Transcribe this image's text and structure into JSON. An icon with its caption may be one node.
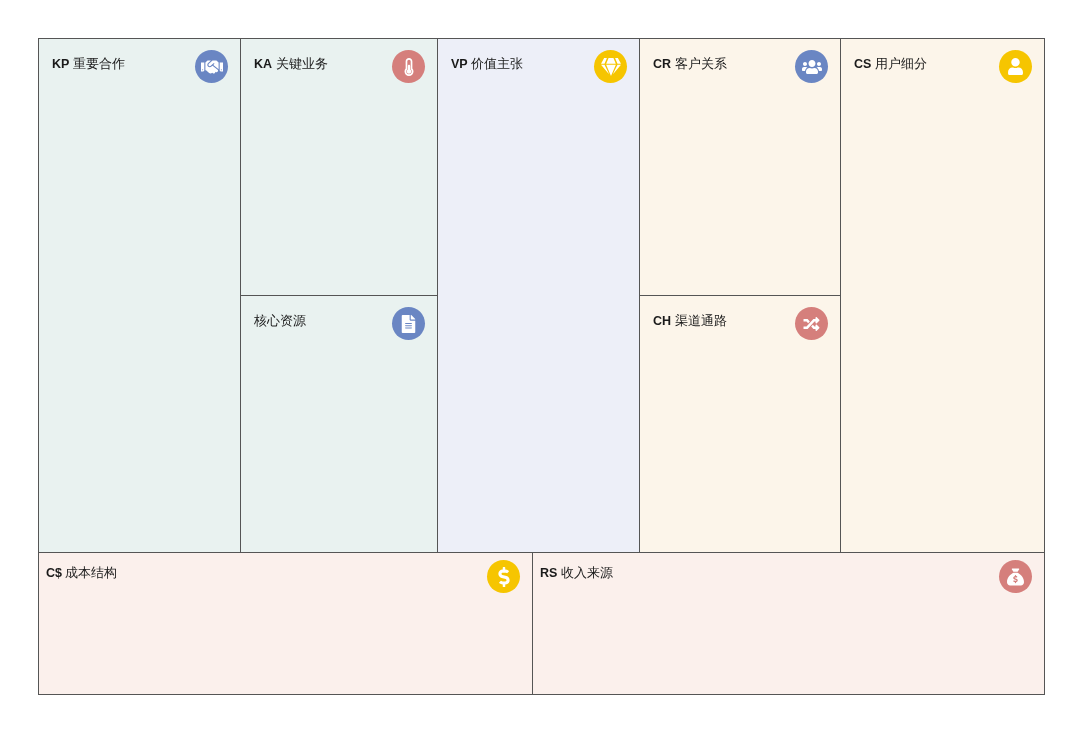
{
  "diagram": {
    "nodes": [
      {
        "text": [
          "**KP** 重要合作"
        ]
      },
      {
        "text": [
          "**KA** 关键业务"
        ]
      },
      {
        "text": [
          "核心资源"
        ]
      },
      {
        "text": [
          "**VP** 价值主张"
        ]
      },
      {
        "text": [
          "**CR** 客户关系"
        ]
      },
      {
        "text": [
          "**CH** 渠道通路"
        ]
      },
      {
        "text": [
          "**CS** 用户细分"
        ]
      },
      {
        "text": [
          "**C$** 成本结构"
        ]
      },
      {
        "text": [
          "**RS** 收入来源"
        ]
      }
    ]
  }
}
